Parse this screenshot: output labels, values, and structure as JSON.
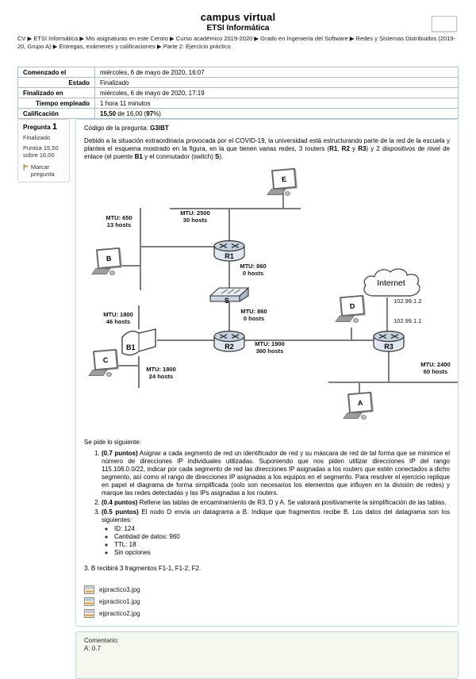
{
  "header": {
    "title": "campus virtual",
    "subtitle": "ETSI Informática"
  },
  "breadcrumb": {
    "text": "CV ▶ ETSI Informática ▶ Mis asignaturas en este Centro ▶ Curso académico 2019-2020 ▶ Grado en Ingeniería del Software ▶ Redes y Sistemas Distribuidos (2019-20, Grupo A) ▶ Entregas, exámenes y calificaciones ▶ Parte 2: Ejercicio práctico"
  },
  "summary": {
    "rows": [
      {
        "label": "Comenzado el",
        "value": "miércoles, 6 de mayo de 2020, 16:07"
      },
      {
        "label": "Estado",
        "value": "Finalizado"
      },
      {
        "label": "Finalizado en",
        "value": "miércoles, 6 de mayo de 2020, 17:19"
      },
      {
        "label": "Tiempo empleado",
        "value": "1 hora 11 minutos"
      },
      {
        "label": "Calificación",
        "value_runs": [
          {
            "b": "15,50"
          },
          {
            "t": " de 16,00 ("
          },
          {
            "b": "97"
          },
          {
            "t": "%)"
          }
        ]
      }
    ]
  },
  "sidebar": {
    "heading_label": "Pregunta",
    "heading_number": "1",
    "state": "Finalizado",
    "points": "Puntúa 15,50 sobre 16,00",
    "flag_label": "Marcar pregunta"
  },
  "question": {
    "code_runs": [
      {
        "t": "Código de la pregunta: "
      },
      {
        "b": "G3IBT"
      }
    ],
    "intro_runs": [
      {
        "t": "Debido a la situación extraordinaria provocada por el COVID-19, la universidad está estructurando parte de la red de la escuela y plantea el esquema mostrado en la figura, en la que tienen varias redes, 3 routers ("
      },
      {
        "b": "R1"
      },
      {
        "t": ", "
      },
      {
        "b": "R2"
      },
      {
        "t": " y "
      },
      {
        "b": "R3"
      },
      {
        "t": ") y 2 dispositivos de nivel de enlace (el puente "
      },
      {
        "b": "B1"
      },
      {
        "t": " y el conmutador (switch) "
      },
      {
        "b": "S"
      },
      {
        "t": ")."
      }
    ],
    "tasks_title": "Se pide lo siguiente:",
    "items": [
      {
        "runs": [
          {
            "b": "(0.7 puntos)"
          },
          {
            "t": " Asignar a cada segmento de red un identificador de red y su máscara de red de tal forma que se minimice el número de direcciones IP individuales utilizadas. Suponiendo que nos piden utilizar direcciones IP del rango 115.108.0.0/22, indicar por cada segmento de red las direcciones IP asignadas a los routers que estén conectados a dicho segmento, así como el rango de direcciones IP asignadas a los equipos en el segmento. Para resolver el ejercicio replique en papel el diagrama de forma simplificada (solo son necesarios los elementos que influyen en la división de redes) y marque las redes detectadas y las IPs asignadas a los routers."
          }
        ]
      },
      {
        "runs": [
          {
            "b": "(0.4 puntos)"
          },
          {
            "t": " Rellene las tablas de encaminamiento de R3, D y A. Se valorará positivamente la simplificación de las tablas."
          }
        ]
      },
      {
        "runs": [
          {
            "b": "(0.5 puntos)"
          },
          {
            "t": " El nodo D envía un datagrama a B. Indique que fragmentos recibe B. Los datos del datagrama son los siguientes:"
          }
        ]
      }
    ],
    "bullets": [
      "ID: 124",
      "Cantidad de datos: 960",
      "TTL: 18",
      "Sin opciones"
    ],
    "result": "3. B recibirá 3 fragmentos F1-1, F1-2, F2.",
    "attachments": [
      {
        "name": "ejpractico3.jpg"
      },
      {
        "name": "ejpractico1.jpg"
      },
      {
        "name": "ejpractico2.jpg"
      }
    ]
  },
  "diagram": {
    "nodes": {
      "a": "A",
      "b": "B",
      "c": "C",
      "d": "D",
      "e": "E",
      "r1": "R1",
      "r2": "R2",
      "r3": "R3",
      "s": "S",
      "b1": "B1",
      "internet": "Internet"
    },
    "labels": {
      "net2500": {
        "l1": "MTU: 2500",
        "l2": "30 hosts"
      },
      "net650": {
        "l1": "MTU: 650",
        "l2": "13 hosts"
      },
      "link860a": {
        "l1": "MTU: 860",
        "l2": "0 hosts"
      },
      "link860b": {
        "l1": "MTU: 860",
        "l2": "0 hosts"
      },
      "net1800a": {
        "l1": "MTU: 1800",
        "l2": "46 hosts"
      },
      "net1800b": {
        "l1": "MTU: 1800",
        "l2": "24 hosts"
      },
      "net1900": {
        "l1": "MTU: 1900",
        "l2": "360 hosts"
      },
      "net2400": {
        "l1": "MTU: 2400",
        "l2": "60 hosts"
      },
      "ip_internet": "102.99.1.2",
      "ip_r3": "102.99.1.1"
    }
  },
  "comment": {
    "label": "Comentario:",
    "line": "A: 0.7"
  },
  "colors": {
    "accent_border": "#bcd7e8",
    "comment_bg": "#f5f8ec",
    "flag": "#e89c2e",
    "line": "#7d7d7d"
  }
}
